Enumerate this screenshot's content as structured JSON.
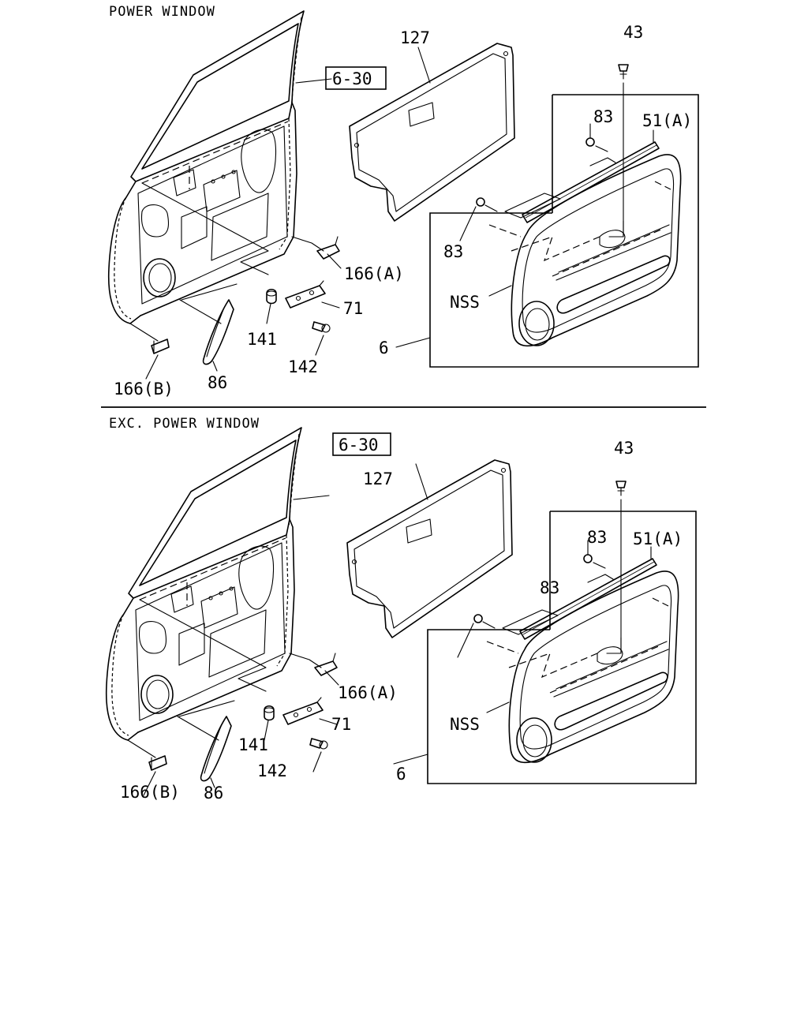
{
  "sections": [
    {
      "title": "POWER WINDOW",
      "labels": {
        "ref": "6-30",
        "l127": "127",
        "l43": "43",
        "l83a": "83",
        "l51a": "51(A)",
        "l83b": "83",
        "l166a": "166(A)",
        "lnss": "NSS",
        "l71": "71",
        "l141": "141",
        "l6": "6",
        "l142": "142",
        "l166b": "166(B)",
        "l86": "86"
      }
    },
    {
      "title": "EXC. POWER WINDOW",
      "labels": {
        "ref": "6-30",
        "l127": "127",
        "l43": "43",
        "l83a": "83",
        "l51a": "51(A)",
        "l83b": "83",
        "l166a": "166(A)",
        "lnss": "NSS",
        "l71": "71",
        "l141": "141",
        "l6": "6",
        "l142": "142",
        "l166b": "166(B)",
        "l86": "86"
      }
    }
  ]
}
